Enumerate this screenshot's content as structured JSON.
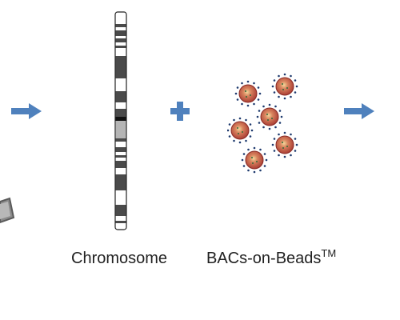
{
  "labels": {
    "chromosome": "Chromosome",
    "bacs_main": "BACs-on-Beads",
    "bacs_super": "TM"
  },
  "icons": {
    "left_arrow": "right-arrow-icon",
    "right_arrow": "right-arrow-icon",
    "plus": "plus-icon",
    "chromosome": "chromosome-ideogram",
    "beads": "bead-icon",
    "device": "device-fragment-icon"
  },
  "colors": {
    "arrow": "#4f81bd",
    "chromosome_dark_band": "#4a4a4a",
    "chromosome_centromere": "#b5b5b5",
    "bead_fill": "#c0504d",
    "bead_center": "#e8c87a",
    "device": "#7f7f7f"
  }
}
